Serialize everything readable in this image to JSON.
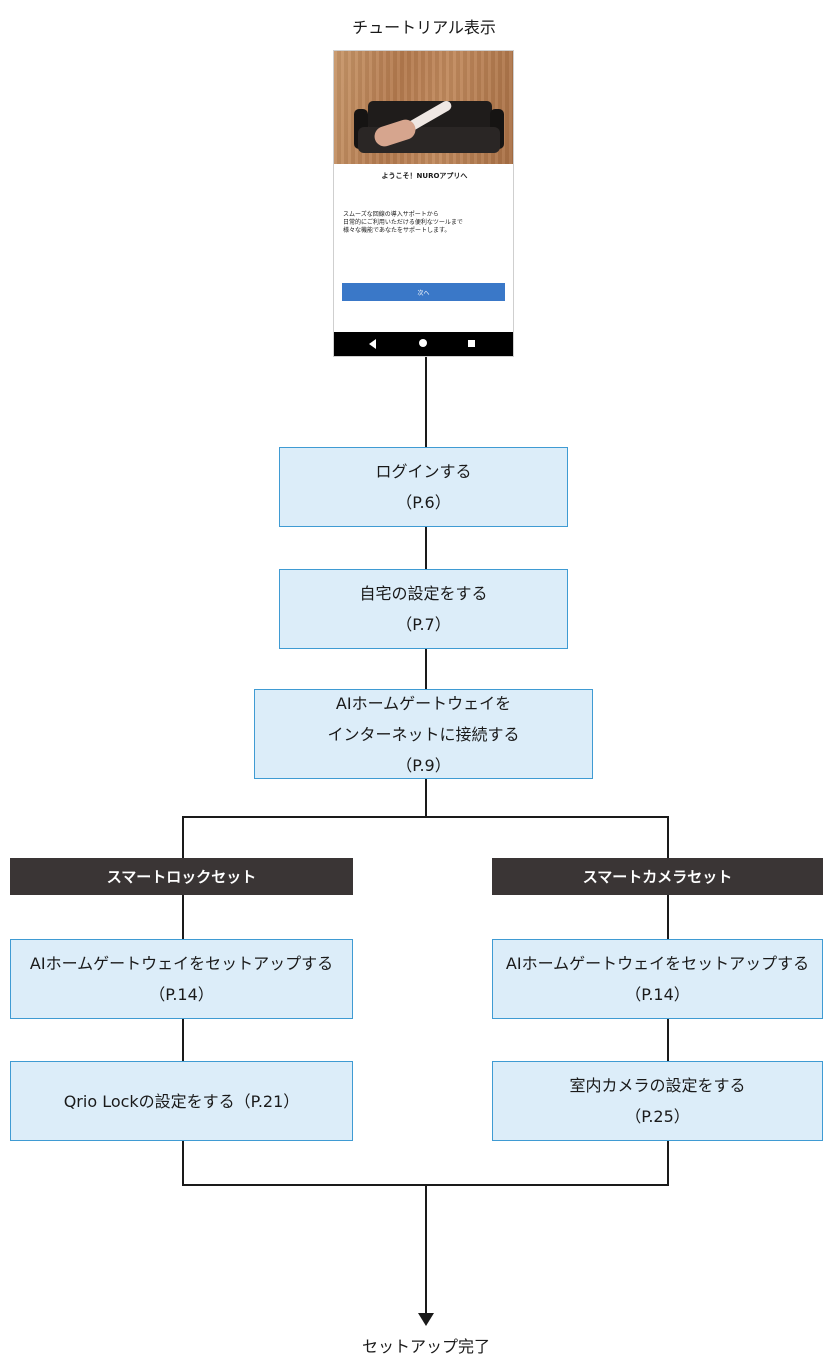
{
  "title": "チュートリアル表示",
  "phone": {
    "welcome": "ようこそ！NUROアプリへ",
    "description": [
      "スムーズな回線の導入サポートから",
      "日常的にご利用いただける便利なツールまで",
      "様々な機能であなたをサポートします。"
    ],
    "next_button": "次へ"
  },
  "steps": [
    {
      "lines": [
        "ログインする",
        "（P.6）"
      ]
    },
    {
      "lines": [
        "自宅の設定をする",
        "（P.7）"
      ]
    },
    {
      "lines": [
        "AIホームゲートウェイを",
        "インターネットに接続する",
        "（P.9）"
      ]
    }
  ],
  "branches": [
    {
      "header": "スマートロックセット",
      "steps": [
        {
          "lines": [
            "AIホームゲートウェイをセットアップする",
            "（P.14）"
          ]
        },
        {
          "lines": [
            "Qrio Lockの設定をする（P.21）"
          ]
        }
      ]
    },
    {
      "header": "スマートカメラセット",
      "steps": [
        {
          "lines": [
            "AIホームゲートウェイをセットアップする",
            "（P.14）"
          ]
        },
        {
          "lines": [
            "室内カメラの設定をする",
            "（P.25）"
          ]
        }
      ]
    }
  ],
  "footer": "セットアップ完了",
  "colors": {
    "box_fill": "#dcedf9",
    "box_border": "#3f9bd3",
    "header_bar": "#3a3535",
    "phone_button": "#3a78c8"
  }
}
